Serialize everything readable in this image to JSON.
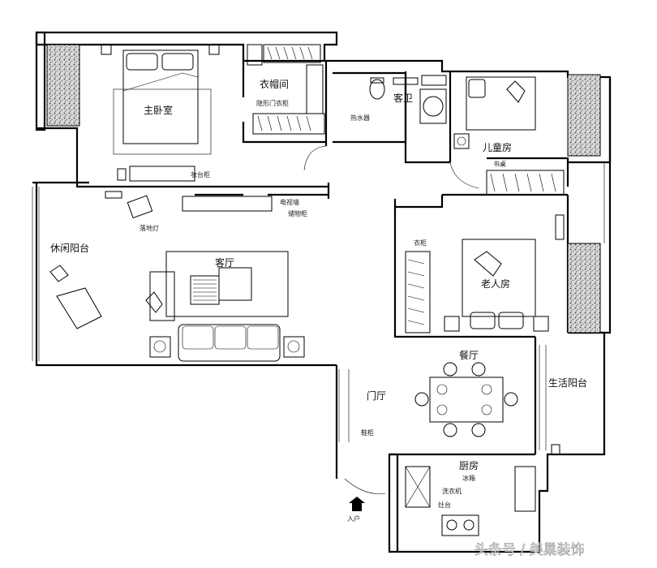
{
  "rooms": {
    "master_bedroom": "主卧室",
    "walk_in_closet": "衣帽间",
    "guest_bathroom": "客卫",
    "kids_room": "儿童房",
    "leisure_balcony": "休闲阳台",
    "living_room": "客厅",
    "elderly_room": "老人房",
    "dining_room": "餐厅",
    "foyer": "门厅",
    "living_balcony": "生活阳台",
    "kitchen": "厨房",
    "entrance": "入户"
  },
  "watermark": "头条号 / 美巢装饰",
  "annotations": {
    "floor_lamp": "落地灯",
    "closet_note": "隐形门衣柜",
    "tv_wall": "电视墙",
    "dresser": "妆台柜",
    "gas_heater": "热水器",
    "storage_cab": "储物柜",
    "desk": "书桌",
    "wardrobe": "衣柜",
    "shoe_cab": "鞋柜",
    "wash": "洗衣机",
    "range": "灶台",
    "fridge": "冰箱"
  },
  "colors": {
    "line": "#000000",
    "planter": "#8a8a8a"
  }
}
